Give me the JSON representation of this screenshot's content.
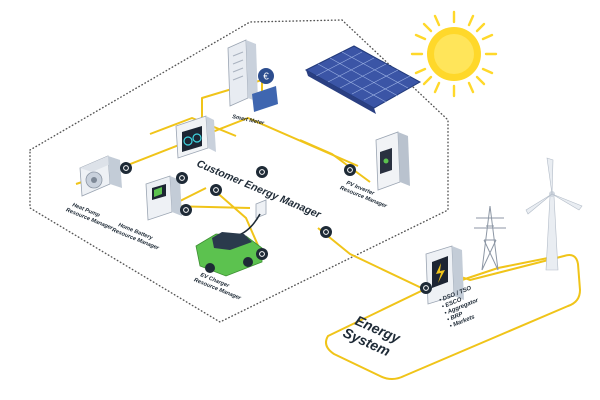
{
  "manager": {
    "title": "Customer Energy Manager"
  },
  "devices": {
    "smart_meter": "Smart Meter",
    "heat_pump": [
      "Heat Pump",
      "Resource Manager"
    ],
    "home_battery": [
      "Home Battery",
      "Resource Manager"
    ],
    "ev_charger": [
      "EV Charger",
      "Resource Manager"
    ],
    "pv_inverter": [
      "PV Inverter",
      "Resource Manager"
    ]
  },
  "energy_system": {
    "title": [
      "Energy",
      "System"
    ],
    "participants": [
      "DSO / TSO",
      "ESCO",
      "Aggregator",
      "BRP",
      "Markets"
    ]
  },
  "meter_currency": "€",
  "colors": {
    "connection": "#f0c419",
    "boundary": "#555555",
    "text": "#1e2a36",
    "node": "#1e2a36",
    "panel": "#3b55a6",
    "car": "#5cc24f",
    "sun": "#ffd82a"
  }
}
